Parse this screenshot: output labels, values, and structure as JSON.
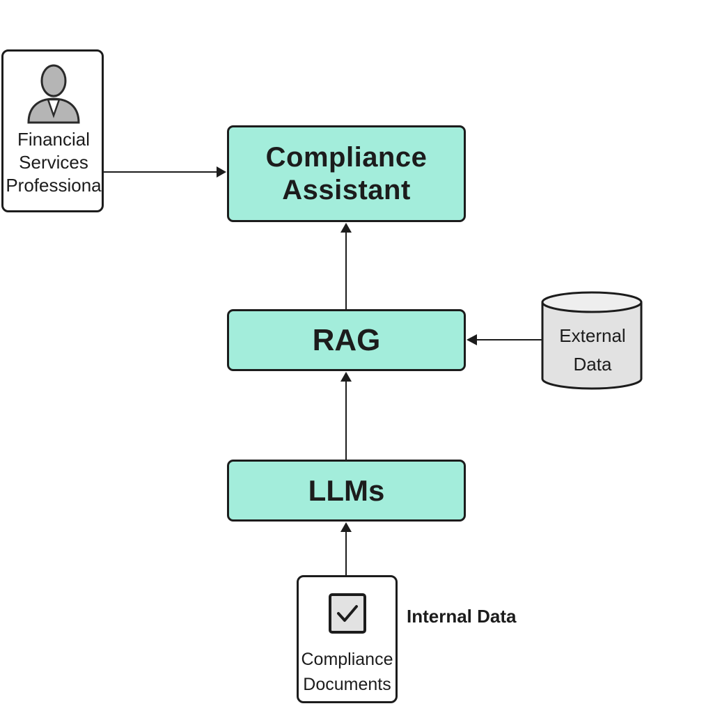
{
  "nodes": {
    "assistant": {
      "lines": [
        "Compliance",
        "Assistant"
      ]
    },
    "rag": {
      "label": "RAG"
    },
    "llms": {
      "label": "LLMs"
    },
    "user": {
      "lines": [
        "Financial",
        "Services",
        "Professiona"
      ],
      "icon": "user-icon"
    },
    "external": {
      "lines": [
        "External",
        "Data"
      ],
      "icon": "database-cylinder-icon"
    },
    "documents": {
      "lines": [
        "Compliance",
        "Documents"
      ],
      "icon": "checkbox-icon"
    }
  },
  "captions": {
    "internal": "Internal Data"
  },
  "colors": {
    "node_fill": "#a3eddb",
    "stroke": "#1c1c1c",
    "database_fill": "#e2e2e2",
    "icon_gray": "#b5b5b5"
  }
}
